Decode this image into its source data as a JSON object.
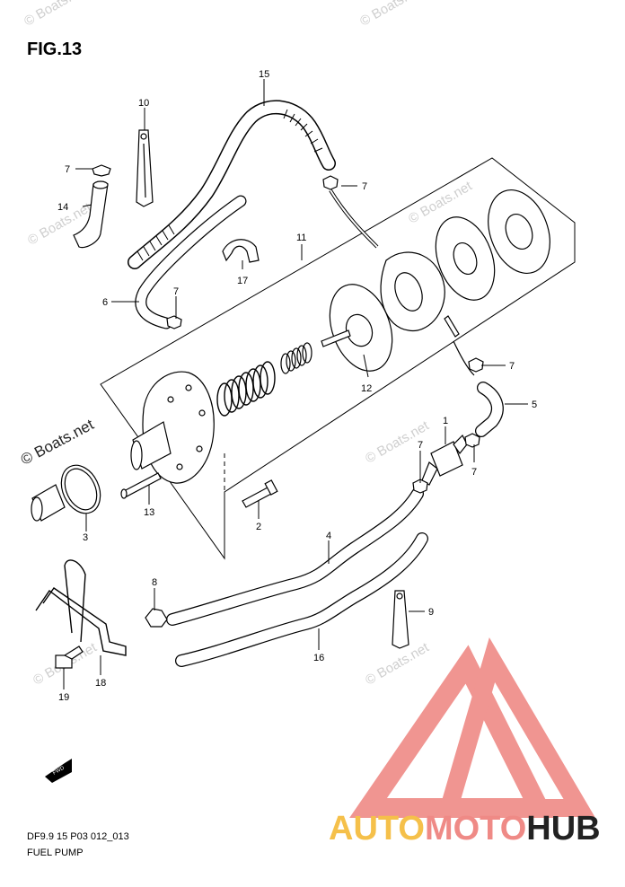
{
  "figure": {
    "title": "FIG.13",
    "code": "DF9.9 15 P03 012_013",
    "name": "FUEL PUMP"
  },
  "watermark": {
    "text": "© Boats.net",
    "brand_part1": "AUTO",
    "brand_part2": "MOTO",
    "brand_part3": "HUB",
    "logo_color": "#ef8a86",
    "brand_colors": [
      "#f5c04a",
      "#ef8a86",
      "#222222"
    ]
  },
  "callouts": {
    "c1": "1",
    "c2": "2",
    "c3": "3",
    "c4": "4",
    "c5": "5",
    "c6": "6",
    "c7a": "7",
    "c7b": "7",
    "c7c": "7",
    "c7d": "7",
    "c7e": "7",
    "c7f": "7",
    "c8": "8",
    "c9": "9",
    "c10": "10",
    "c11": "11",
    "c12": "12",
    "c13": "13",
    "c14": "14",
    "c15": "15",
    "c16": "16",
    "c17": "17",
    "c18": "18",
    "c19": "19"
  },
  "icons": {
    "fwd": "fwd-arrow-icon"
  }
}
